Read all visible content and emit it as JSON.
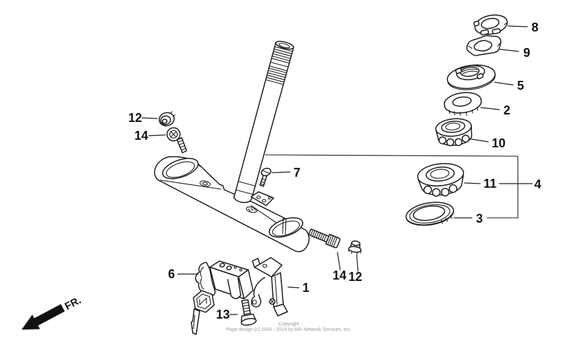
{
  "callouts": [
    {
      "ref": "8"
    },
    {
      "ref": "9"
    },
    {
      "ref": "5"
    },
    {
      "ref": "2"
    },
    {
      "ref": "10"
    },
    {
      "ref": "11"
    },
    {
      "ref": "4"
    },
    {
      "ref": "3"
    },
    {
      "ref": "7"
    },
    {
      "ref": "12"
    },
    {
      "ref": "14"
    },
    {
      "ref": "6"
    },
    {
      "ref": "1"
    },
    {
      "ref": "14"
    },
    {
      "ref": "12"
    },
    {
      "ref": "13"
    }
  ],
  "direction_indicator": {
    "label": "FR."
  },
  "footer": {
    "line1": "Copyright",
    "line2": "Page design (c) 2004 - 2014 by ARI Network Services, Inc."
  },
  "colors": {
    "line": "#1a1a1a",
    "background": "#ffffff",
    "label_text": "#111111",
    "footer_text": "#9a9a9a"
  }
}
